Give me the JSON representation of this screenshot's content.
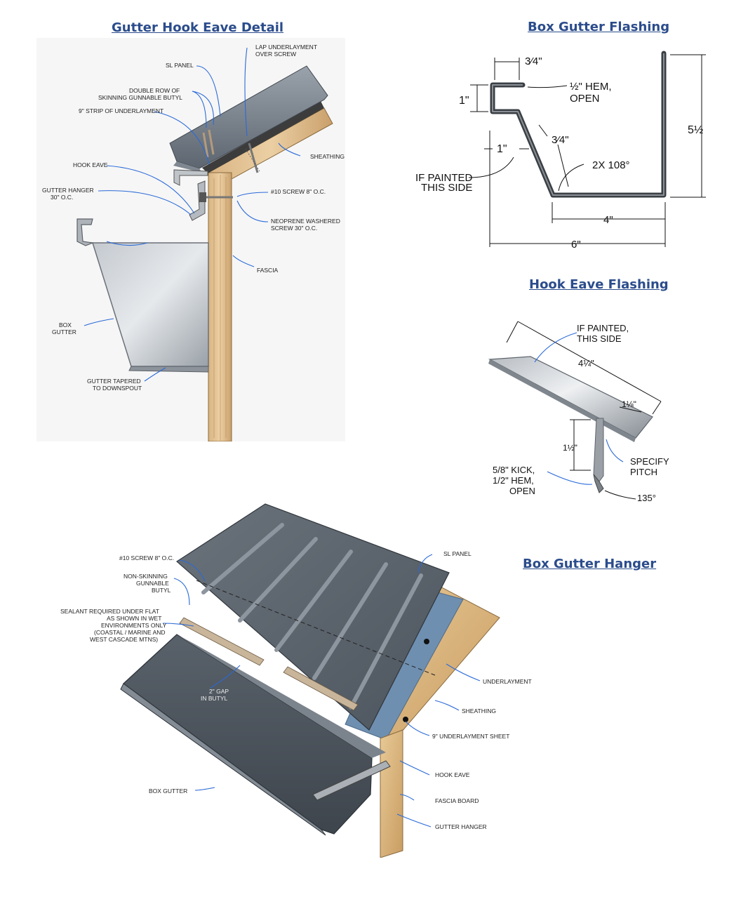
{
  "titles": {
    "gutter_hook_eave_detail": "Gutter Hook Eave Detail",
    "box_gutter_flashing": "Box Gutter Flashing",
    "hook_eave_flashing": "Hook Eave Flashing",
    "box_gutter_hanger": "Box Gutter Hanger"
  },
  "eave_detail": {
    "lap_underlayment_1": "LAP UNDERLAYMENT",
    "lap_underlayment_2": "OVER SCREW",
    "sl_panel": "SL PANEL",
    "double_row_1": "DOUBLE ROW OF",
    "double_row_2": "SKINNING GUNNABLE BUTYL",
    "strip_underlayment": "9\" STRIP OF UNDERLAYMENT",
    "sheathing": "SHEATHING",
    "hook_eave": "HOOK EAVE",
    "gutter_hanger_1": "GUTTER HANGER",
    "gutter_hanger_2": "30\" O.C.",
    "screw_10": "#10 SCREW 8\" O.C.",
    "neoprene_1": "NEOPRENE WASHERED",
    "neoprene_2": "SCREW 30\" O.C.",
    "fascia": "FASCIA",
    "box_gutter_1": "BOX",
    "box_gutter_2": "GUTTER",
    "tapered_1": "GUTTER TAPERED",
    "tapered_2": "TO DOWNSPOUT"
  },
  "box_flashing": {
    "dim_three_quarter_top": "3⁄4\"",
    "dim_one_top": "1\"",
    "hem_1": "½\" HEM,",
    "hem_2": "OPEN",
    "dim_five_half": "5½",
    "dim_three_quarter_mid": "3⁄4\"",
    "dim_one_mid": "1\"",
    "angle": "2X 108°",
    "painted_1": "IF PAINTED",
    "painted_2": "THIS SIDE",
    "dim_four": "4\"",
    "dim_six": "6\""
  },
  "hook_flashing": {
    "painted_1": "IF PAINTED,",
    "painted_2": "THIS SIDE",
    "dim_four_quarter": "4¼\"",
    "dim_one_eighth": "1⅛\"",
    "dim_one_half": "1½\"",
    "specify_1": "SPECIFY",
    "specify_2": "PITCH",
    "kick_1": "5/8\" KICK,",
    "kick_2": "1/2\" HEM,",
    "kick_3": "OPEN",
    "angle": "135°"
  },
  "hanger": {
    "screw_10": "#10 SCREW 8\" O.C.",
    "sl_panel": "SL PANEL",
    "non_skinning_1": "NON-SKINNING",
    "non_skinning_2": "GUNNABLE",
    "non_skinning_3": "BUTYL",
    "sealant_1": "SEALANT REQUIRED UNDER FLAT",
    "sealant_2": "AS SHOWN IN WET",
    "sealant_3": "ENVIRONMENTS ONLY",
    "sealant_4": "(COASTAL / MARINE AND",
    "sealant_5": "WEST CASCADE MTNS)",
    "gap_1": "2\" GAP",
    "gap_2": "IN BUTYL",
    "underlayment": "UNDERLAYMENT",
    "sheathing": "SHEATHING",
    "underlayment_sheet": "9\" UNDERLAYMENT SHEET",
    "hook_eave": "HOOK EAVE",
    "box_gutter": "BOX GUTTER",
    "fascia_board": "FASCIA BOARD",
    "gutter_hanger": "GUTTER HANGER"
  }
}
